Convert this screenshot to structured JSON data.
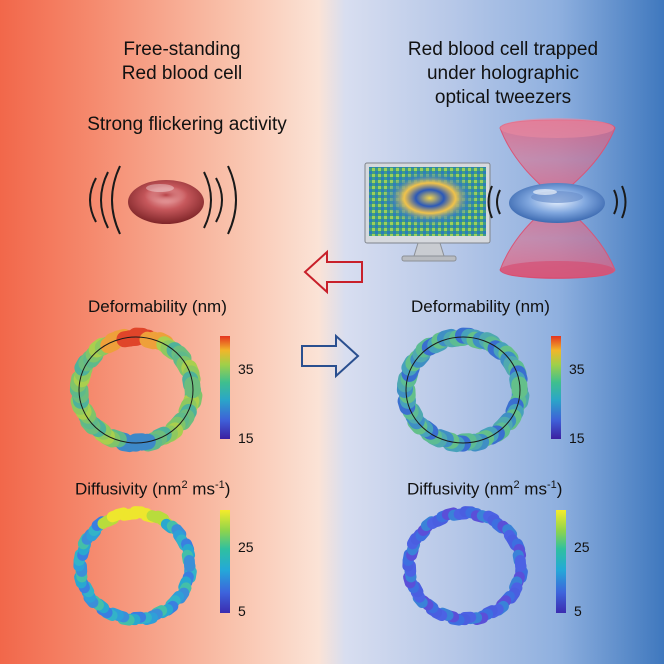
{
  "left": {
    "title_line1": "Free-standing",
    "title_line2": "Red blood cell",
    "subtitle": "Strong flickering activity",
    "deformability_label": "Deformability (nm)",
    "deformability_ticks": [
      "35",
      "15"
    ],
    "diffusivity_label_main": "Diffusivity (nm",
    "diffusivity_sup1": "2",
    "diffusivity_mid": " ms",
    "diffusivity_sup2": "-1",
    "diffusivity_end": ")",
    "diffusivity_ticks": [
      "25",
      "5"
    ]
  },
  "right": {
    "title_line1": "Red blood cell trapped",
    "title_line2": "under holographic",
    "title_line3": "optical tweezers",
    "deformability_label": "Deformability (nm)",
    "deformability_ticks": [
      "35",
      "15"
    ],
    "diffusivity_label_main": "Diffusivity (nm",
    "diffusivity_sup1": "2",
    "diffusivity_mid": " ms",
    "diffusivity_sup2": "-1",
    "diffusivity_end": ")",
    "diffusivity_ticks": [
      "25",
      "5"
    ]
  },
  "icons": [
    "red-blood-cell-icon",
    "vibration-lines-icon",
    "computer-monitor-icon",
    "hologram-pattern-icon",
    "laser-beam-icon",
    "left-arrow-icon",
    "right-arrow-icon",
    "membrane-ring-icon"
  ],
  "colors": {
    "left_bg": "#f2674a",
    "right_bg": "#3f78be",
    "arrow_left": "#c8202a",
    "arrow_right": "#2a4f8f"
  }
}
